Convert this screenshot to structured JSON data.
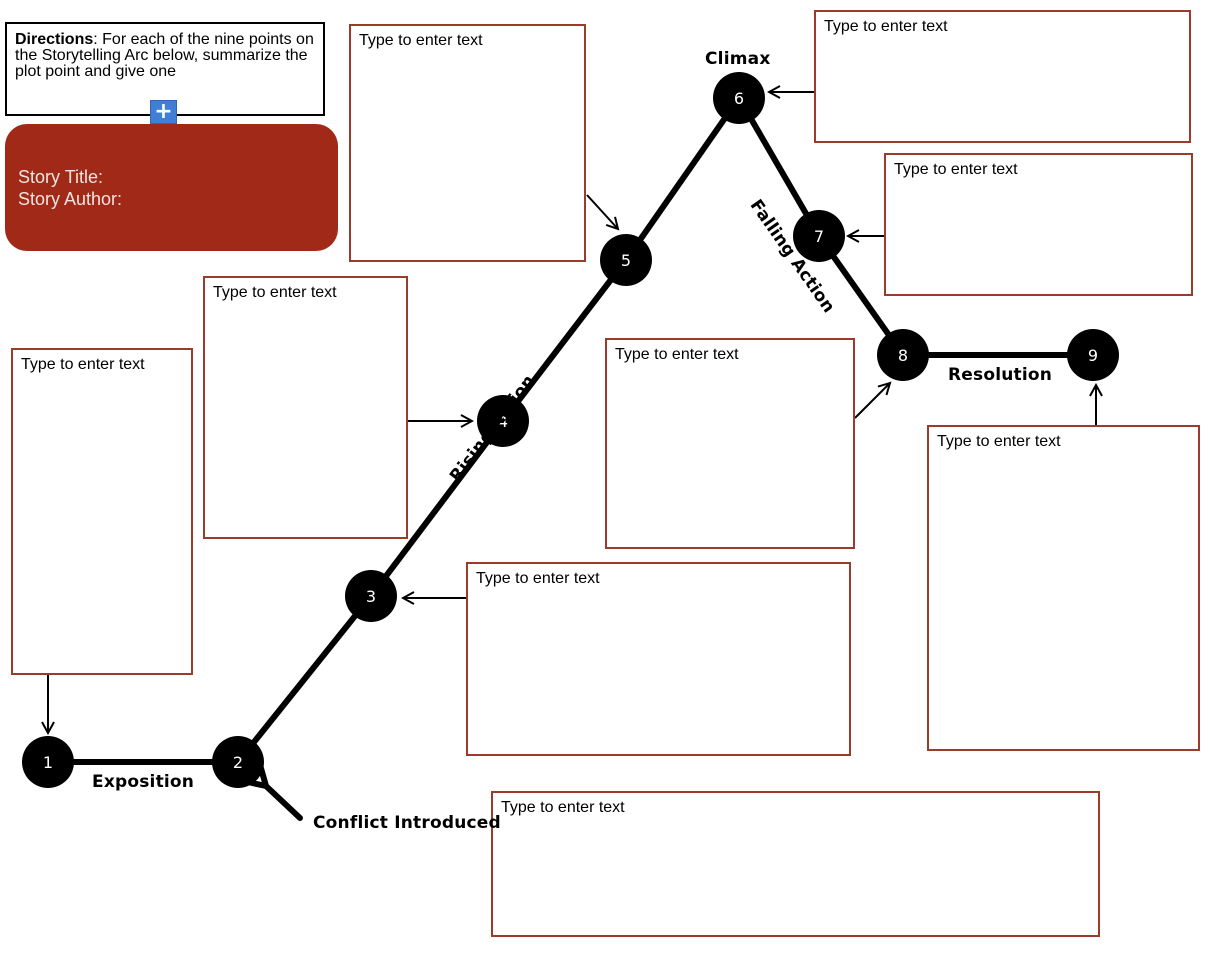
{
  "directions": {
    "lead": "Directions",
    "body": ": For each of the nine points on the Storytelling Arc below, summarize the plot point and give one"
  },
  "add_button_symbol": "+",
  "story": {
    "title_label": "Story Title:",
    "author_label": "Story Author:"
  },
  "placeholder": "Type to enter text",
  "stages": {
    "exposition": "Exposition",
    "conflict": "Conflict Introduced",
    "rising": "Rising Action",
    "climax": "Climax",
    "falling": "Falling Action",
    "resolution": "Resolution"
  },
  "nodes": [
    "1",
    "2",
    "3",
    "4",
    "5",
    "6",
    "7",
    "8",
    "9"
  ],
  "colors": {
    "card": "#a02a17",
    "box_border": "#9a3b2c",
    "plus_button": "#3f7fd6"
  }
}
